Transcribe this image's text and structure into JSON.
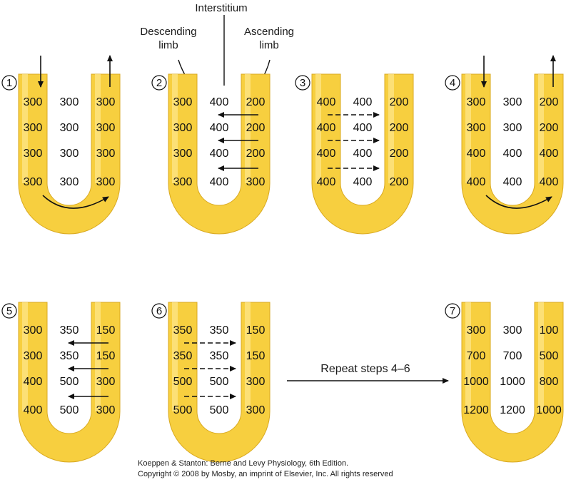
{
  "labels": {
    "interstitium": "Interstitium",
    "descending_line1": "Descending",
    "descending_line2": "limb",
    "ascending_line1": "Ascending",
    "ascending_line2": "limb",
    "repeat": "Repeat steps 4–6"
  },
  "credit": {
    "line1": "Koeppen & Stanton: Berne and Levy Physiology, 6th Edition.",
    "line2": "Copyright © 2008 by Mosby, an imprint of Elsevier, Inc. All rights reserved"
  },
  "colors": {
    "tube_fill": "#f7cf3f",
    "tube_highlight": "#fde68a",
    "tube_edge": "#d9a920",
    "arrow": "#111111"
  },
  "steps": [
    {
      "number": "1",
      "descending": [
        "300",
        "300",
        "300",
        "300"
      ],
      "interstitium": [
        "300",
        "300",
        "300",
        "300"
      ],
      "ascending": [
        "300",
        "300",
        "300",
        "300"
      ],
      "arrows": "flow"
    },
    {
      "number": "2",
      "descending": [
        "300",
        "300",
        "300",
        "300"
      ],
      "interstitium": [
        "400",
        "400",
        "400",
        "400"
      ],
      "ascending": [
        "200",
        "200",
        "200",
        "300"
      ],
      "arrows": "pump"
    },
    {
      "number": "3",
      "descending": [
        "400",
        "400",
        "400",
        "400"
      ],
      "interstitium": [
        "400",
        "400",
        "400",
        "400"
      ],
      "ascending": [
        "200",
        "200",
        "200",
        "200"
      ],
      "arrows": "equilibrate"
    },
    {
      "number": "4",
      "descending": [
        "300",
        "300",
        "400",
        "400"
      ],
      "interstitium": [
        "300",
        "300",
        "400",
        "400"
      ],
      "ascending": [
        "200",
        "200",
        "400",
        "400"
      ],
      "arrows": "flow"
    },
    {
      "number": "5",
      "descending": [
        "300",
        "300",
        "400",
        "400"
      ],
      "interstitium": [
        "350",
        "350",
        "500",
        "500"
      ],
      "ascending": [
        "150",
        "150",
        "300",
        "300"
      ],
      "arrows": "pump"
    },
    {
      "number": "6",
      "descending": [
        "350",
        "350",
        "500",
        "500"
      ],
      "interstitium": [
        "350",
        "350",
        "500",
        "500"
      ],
      "ascending": [
        "150",
        "150",
        "300",
        "300"
      ],
      "arrows": "equilibrate"
    },
    {
      "number": "7",
      "descending": [
        "300",
        "700",
        "1000",
        "1200"
      ],
      "interstitium": [
        "300",
        "700",
        "1000",
        "1200"
      ],
      "ascending": [
        "100",
        "500",
        "800",
        "1000"
      ],
      "arrows": "none"
    }
  ]
}
